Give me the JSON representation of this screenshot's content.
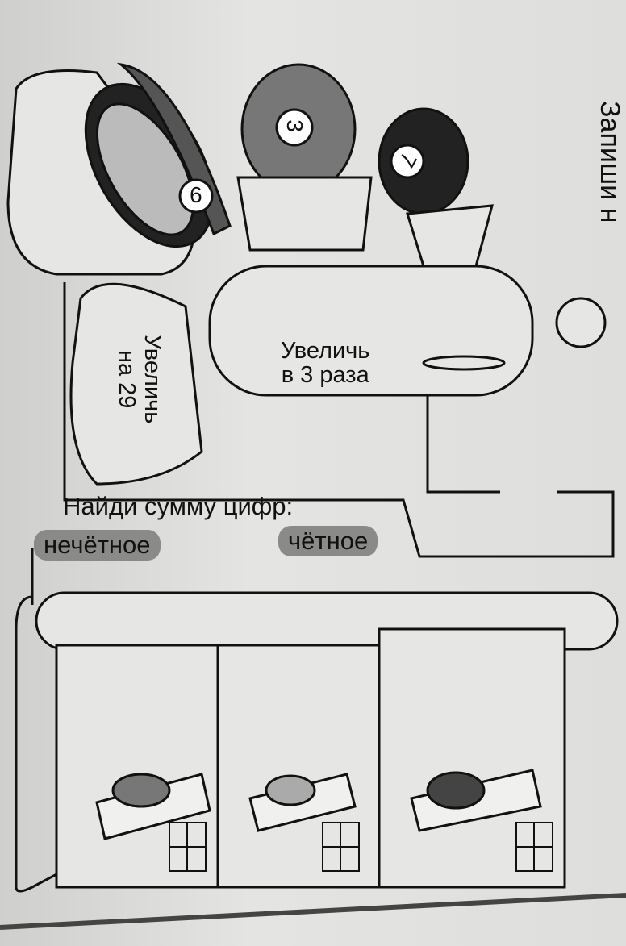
{
  "header": {
    "instruction_partial": "Запиши н"
  },
  "balls": [
    {
      "number": "9"
    },
    {
      "number": "3"
    },
    {
      "number": "7"
    }
  ],
  "machine": {
    "multiply_label_line1": "Увеличь",
    "multiply_label_line2": "в 3 раза",
    "add_label_line1": "Увеличь",
    "add_label_line2": "на 29",
    "sum_digits_label": "Найди сумму цифр:",
    "odd_label": "нечётное",
    "even_label": "чётное"
  }
}
